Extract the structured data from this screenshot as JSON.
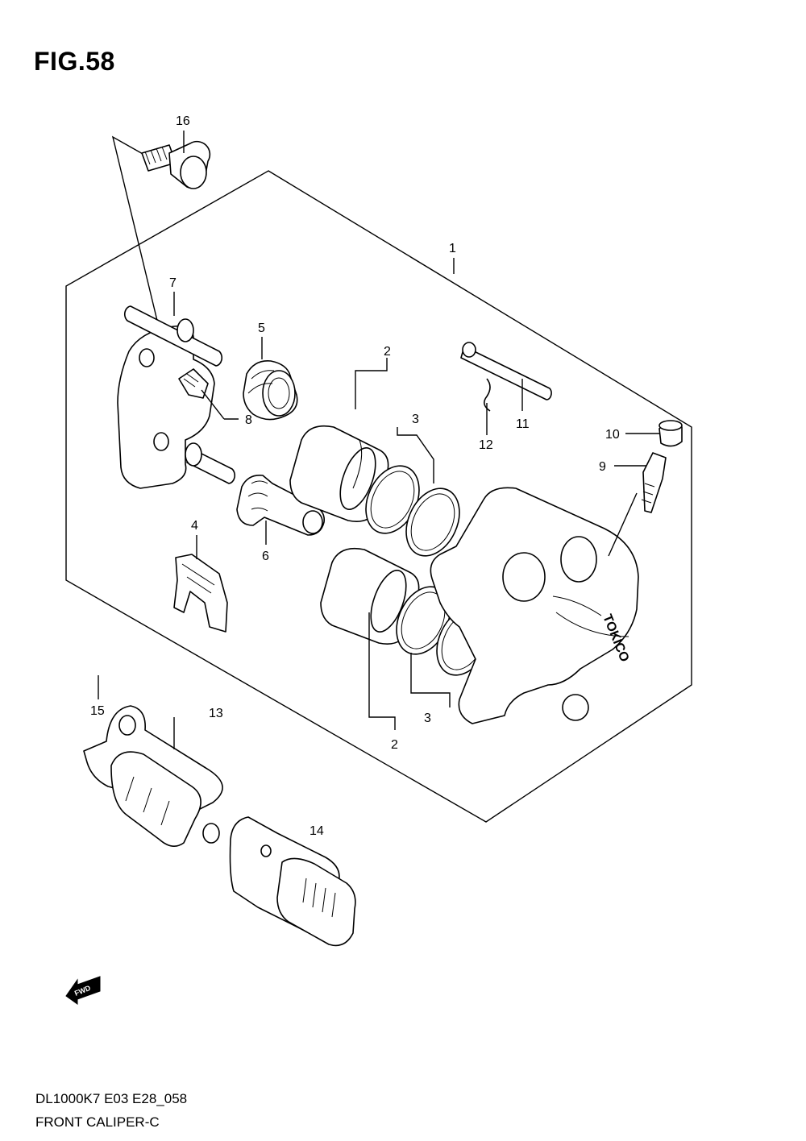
{
  "figure": {
    "title": "FIG.58",
    "footer_code": "DL1000K7 E03 E28_058",
    "footer_name": "FRONT CALIPER-C"
  },
  "callouts": {
    "c1": "1",
    "c2a": "2",
    "c2b": "2",
    "c3a": "3",
    "c3b": "3",
    "c4": "4",
    "c5": "5",
    "c6": "6",
    "c7": "7",
    "c8": "8",
    "c9": "9",
    "c10": "10",
    "c11": "11",
    "c12": "12",
    "c13": "13",
    "c14": "14",
    "c15": "15",
    "c16": "16"
  },
  "caliper_brand": "TOKICO",
  "fwd_label": "FWD"
}
